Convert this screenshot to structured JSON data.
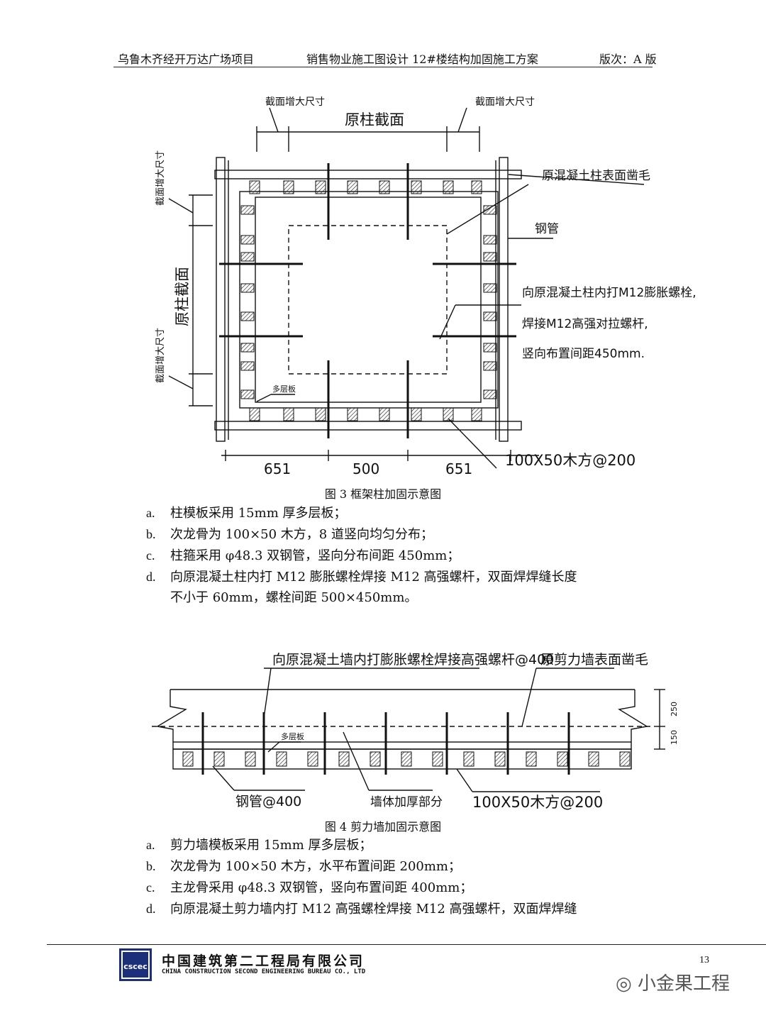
{
  "header": {
    "project": "乌鲁木齐经开万达广场项目",
    "title": "销售物业施工图设计 12#楼结构加固施工方案",
    "version": "版次：A 版"
  },
  "figure3": {
    "caption": "图 3  框架柱加固示意图",
    "labels": {
      "increase_top_left": "截面增大尺寸",
      "increase_top_right": "截面增大尺寸",
      "original_top": "原柱截面",
      "increase_left_top": "截面增大尺寸",
      "original_left": "原柱截面",
      "increase_left_bottom": "截面增大尺寸",
      "surface": "原混凝土柱表面凿毛",
      "steel_pipe": "钢管",
      "bolt_line1": "向原混凝土柱内打M12膨胀螺栓,",
      "bolt_line2": "焊接M12高强对拉螺杆,",
      "bolt_line3": "竖向布置间距450mm.",
      "plywood": "多层板",
      "timber": "100X50木方@200"
    },
    "dims": [
      "651",
      "500",
      "651"
    ]
  },
  "list1": [
    {
      "label": "a.",
      "text": "柱模板采用 15mm 厚多层板；"
    },
    {
      "label": "b.",
      "text": "次龙骨为 100×50 木方，8 道竖向均匀分布；"
    },
    {
      "label": "c.",
      "text": "柱箍采用 φ48.3 双钢管，竖向分布间距 450mm；"
    },
    {
      "label": "d.",
      "text": "向原混凝土柱内打 M12 膨胀螺栓焊接 M12 高强螺杆，双面焊焊缝长度"
    }
  ],
  "list1_cont": "不小于 60mm，螺栓间距 500×450mm。",
  "figure4": {
    "caption": "图 4  剪力墙加固示意图",
    "labels": {
      "bolt": "向原混凝土墙内打膨胀螺栓焊接高强螺杆@400",
      "surface": "原剪力墙表面凿毛",
      "plywood": "多层板",
      "steel_pipe": "钢管@400",
      "thicken": "墙体加厚部分",
      "timber": "100X50木方@200"
    },
    "dims": [
      "250",
      "150"
    ]
  },
  "list2": [
    {
      "label": "a.",
      "text": "剪力墙模板采用 15mm 厚多层板；"
    },
    {
      "label": "b.",
      "text": "次龙骨为 100×50 木方，水平布置间距 200mm；"
    },
    {
      "label": "c.",
      "text": "主龙骨采用 φ48.3 双钢管，竖向布置间距 400mm；"
    },
    {
      "label": "d.",
      "text": "向原混凝土剪力墙内打 M12 高强螺栓焊接 M12 高强螺杆，双面焊焊缝"
    }
  ],
  "footer": {
    "logo_text": "cscec",
    "company": "中国建筑第二工程局有限公司",
    "company_en": "CHINA CONSTRUCTION SECOND ENGINEERING BUREAU CO., LTD",
    "page": "13",
    "watermark": "小金果工程"
  }
}
